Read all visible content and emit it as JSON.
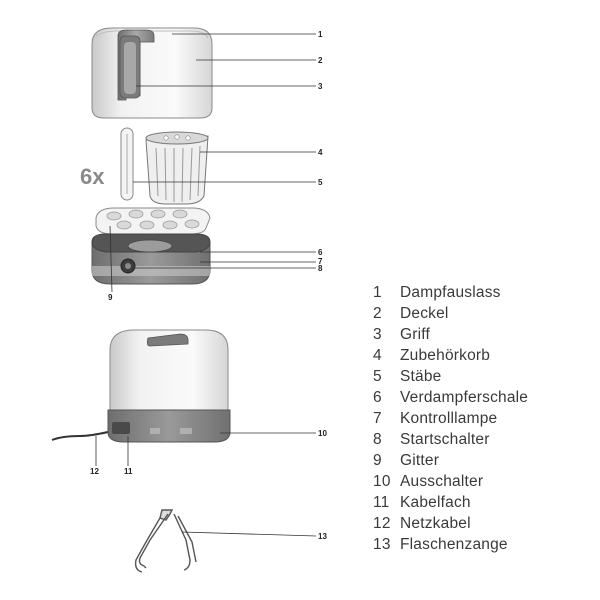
{
  "quantity_label": "6x",
  "callouts": {
    "c1": "1",
    "c2": "2",
    "c3": "3",
    "c4": "4",
    "c5": "5",
    "c6": "6",
    "c7": "7",
    "c8": "8",
    "c9": "9",
    "c10": "10",
    "c11": "11",
    "c12": "12",
    "c13": "13"
  },
  "legend": [
    {
      "number": "1",
      "label": "Dampfauslass"
    },
    {
      "number": "2",
      "label": "Deckel"
    },
    {
      "number": "3",
      "label": "Griff"
    },
    {
      "number": "4",
      "label": "Zubehörkorb"
    },
    {
      "number": "5",
      "label": "Stäbe"
    },
    {
      "number": "6",
      "label": "Verdampferschale"
    },
    {
      "number": "7",
      "label": "Kontrolllampe"
    },
    {
      "number": "8",
      "label": "Startschalter"
    },
    {
      "number": "9",
      "label": "Gitter"
    },
    {
      "number": "10",
      "label": "Ausschalter"
    },
    {
      "number": "11",
      "label": "Kabelfach"
    },
    {
      "number": "12",
      "label": "Netzkabel"
    },
    {
      "number": "13",
      "label": "Flaschenzange"
    }
  ]
}
